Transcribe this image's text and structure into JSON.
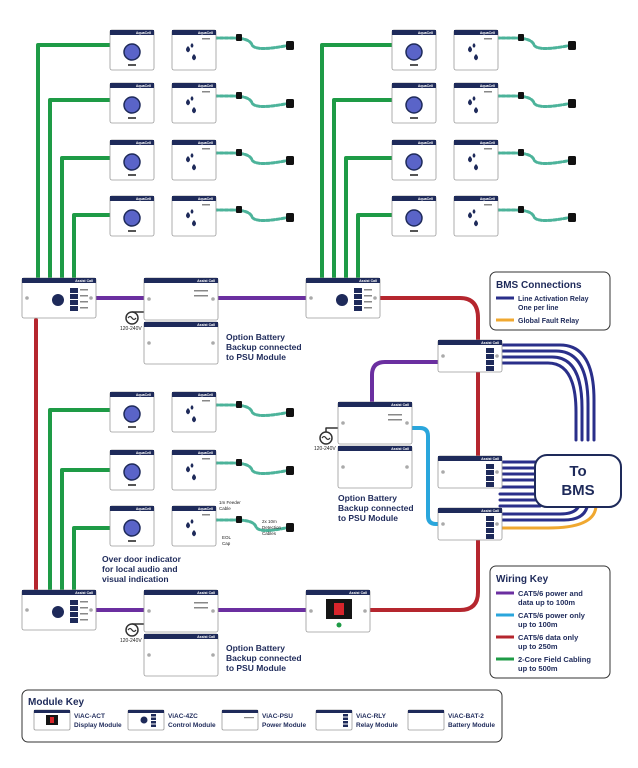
{
  "brand": {
    "aquacell": "AquaCell",
    "assistcall": "Assist Call"
  },
  "colors": {
    "navy": "#1e2a5a",
    "purple": "#6b2fa0",
    "blue": "#2aa6dc",
    "red": "#b5262e",
    "green": "#1e9b46",
    "teal": "#4cb39a",
    "orange": "#f0a830",
    "relay_navy": "#2a2f8a"
  },
  "labels": {
    "voltage": "120-240V",
    "option_battery_line1": "Option Battery",
    "option_battery_line2": "Backup connected",
    "option_battery_line3": "to PSU Module",
    "over_door_line1": "Over door indicator",
    "over_door_line2": "for local audio and",
    "over_door_line3": "visual indication",
    "feeder_line1": "1m Feeder",
    "feeder_line2": "Cable",
    "detection_line1": "2x 10m",
    "detection_line2": "Detection",
    "detection_line3": "Cables",
    "edl_line1": "EOL",
    "edl_line2": "Cap",
    "to_bms_line1": "To",
    "to_bms_line2": "BMS"
  },
  "bms_key": {
    "title": "BMS Connections",
    "items": [
      {
        "label_line1": "Line Activation Relay",
        "label_line2": "One per line",
        "color": "#2a2f8a"
      },
      {
        "label_line1": "Global Fault Relay",
        "label_line2": "",
        "color": "#f0a830"
      }
    ]
  },
  "wiring_key": {
    "title": "Wiring Key",
    "items": [
      {
        "label_line1": "CAT5/6 power and",
        "label_line2": "data up to 100m",
        "color": "#6b2fa0"
      },
      {
        "label_line1": "CAT5/6 power only",
        "label_line2": "up to 100m",
        "color": "#2aa6dc"
      },
      {
        "label_line1": "CAT5/6 data only",
        "label_line2": "up to 250m",
        "color": "#b5262e"
      },
      {
        "label_line1": "2-Core Field Cabling",
        "label_line2": "up to 500m",
        "color": "#1e9b46"
      }
    ]
  },
  "module_key": {
    "title": "Module Key",
    "items": [
      {
        "name": "ViAC-ACT",
        "desc": "Display Module"
      },
      {
        "name": "ViAC-4ZC",
        "desc": "Control Module"
      },
      {
        "name": "ViAC-PSU",
        "desc": "Power Module"
      },
      {
        "name": "ViAC-RLY",
        "desc": "Relay Module"
      },
      {
        "name": "ViAC-BAT-2",
        "desc": "Battery Module"
      }
    ]
  }
}
